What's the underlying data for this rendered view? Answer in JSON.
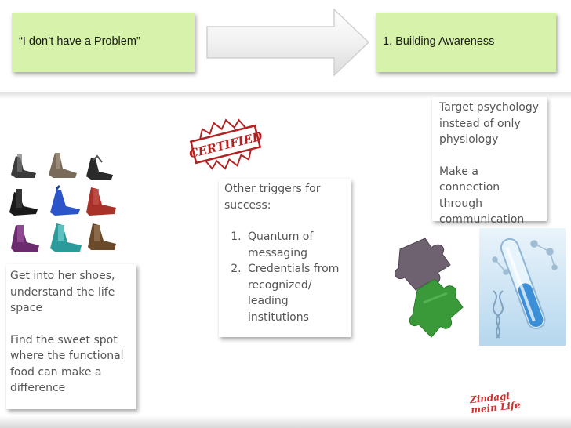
{
  "header": {
    "left_label": "“I don’t have a Problem”",
    "right_label": "1. Building Awareness"
  },
  "notes": {
    "left": {
      "p1": "Get into her shoes, understand the life space",
      "p2": "Find the sweet spot where the functional food can make a difference"
    },
    "middle": {
      "intro": "Other triggers for success:",
      "items": [
        "Quantum of messaging",
        "Credentials from recognized/ leading institutions"
      ]
    },
    "right": {
      "p1": "Target psychology instead of only physiology",
      "p2": "Make a connection through communication"
    }
  },
  "stamp": {
    "text": "CERTIFIED"
  },
  "logo": {
    "text": "Zindagi mein Life"
  },
  "colors": {
    "box_green": "#d7f3ab",
    "logo_red": "#d32f2f",
    "stamp_red": "#b22222"
  },
  "icons": [
    "arrow-right-icon",
    "certified-stamp-icon",
    "shoes-image",
    "puzzle-image",
    "test-tube-dna-image",
    "brand-logo"
  ]
}
